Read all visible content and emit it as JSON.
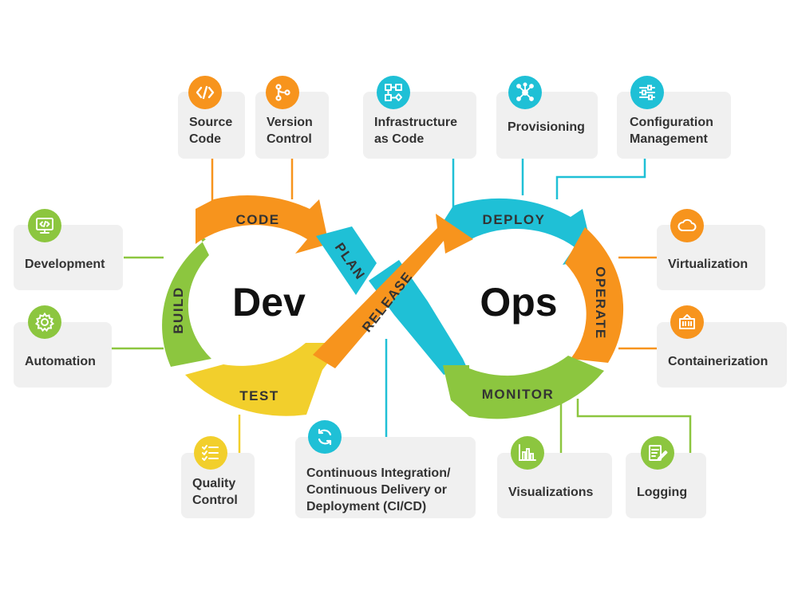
{
  "center": {
    "dev": "Dev",
    "ops": "Ops"
  },
  "stages": {
    "code": "CODE",
    "build": "BUILD",
    "test": "TEST",
    "plan": "PLAN",
    "release": "RELEASE",
    "deploy": "DEPLOY",
    "operate": "OPERATE",
    "monitor": "MONITOR"
  },
  "cards": {
    "source_code": "Source\nCode",
    "version_control": "Version\nControl",
    "infrastructure_as_code": "Infrastructure\nas Code",
    "provisioning": "Provisioning",
    "configuration_management": "Configuration\nManagement",
    "development": "Development",
    "automation": "Automation",
    "virtualization": "Virtualization",
    "containerization": "Containerization",
    "quality_control": "Quality\nControl",
    "ci_cd": "Continuous Integration/\nContinuous Delivery or\nDeployment (CI/CD)",
    "visualizations": "Visualizations",
    "logging": "Logging"
  },
  "icons": {
    "source_code": "code-brackets-icon",
    "version_control": "git-branch-icon",
    "infrastructure_as_code": "network-diagram-icon",
    "provisioning": "hub-nodes-icon",
    "configuration_management": "sliders-icon",
    "development": "monitor-code-icon",
    "automation": "gear-icon",
    "virtualization": "cloud-icon",
    "containerization": "container-icon",
    "quality_control": "checklist-icon",
    "ci_cd": "cycle-arrows-icon",
    "visualizations": "bar-chart-icon",
    "logging": "notepad-pencil-icon"
  },
  "colors": {
    "orange": "#f7941d",
    "cyan": "#1fc0d6",
    "green": "#8cc63f",
    "yellow": "#f2cf2c",
    "card_bg": "#f0f0f0",
    "text": "#333333"
  }
}
